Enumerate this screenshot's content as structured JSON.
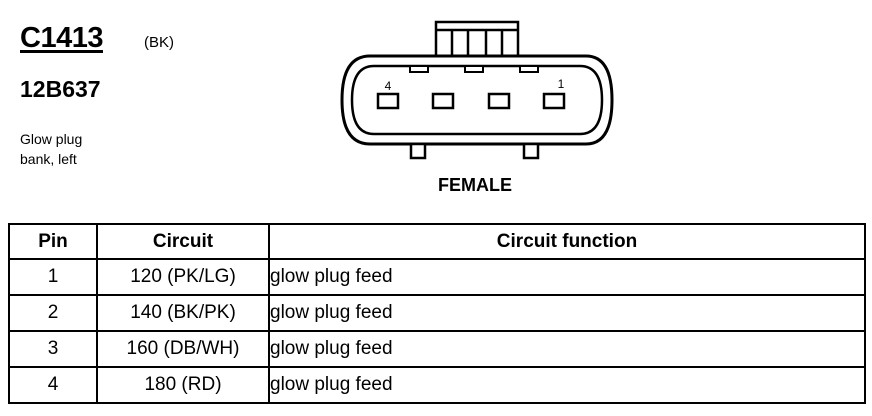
{
  "connector": {
    "id": "C1413",
    "color_code": "(BK)",
    "part_number": "12B637",
    "description": [
      "Glow plug",
      "bank, left"
    ],
    "gender": "FEMALE",
    "pin_labels": {
      "first": "4",
      "last": "1"
    }
  },
  "table": {
    "headers": {
      "pin": "Pin",
      "circuit": "Circuit",
      "function": "Circuit function"
    },
    "rows": [
      {
        "pin": "1",
        "circuit": "120 (PK/LG)",
        "function": "glow plug feed"
      },
      {
        "pin": "2",
        "circuit": "140 (BK/PK)",
        "function": "glow plug feed"
      },
      {
        "pin": "3",
        "circuit": "160 (DB/WH)",
        "function": "glow plug feed"
      },
      {
        "pin": "4",
        "circuit": "180 (RD)",
        "function": "glow plug feed"
      }
    ]
  }
}
